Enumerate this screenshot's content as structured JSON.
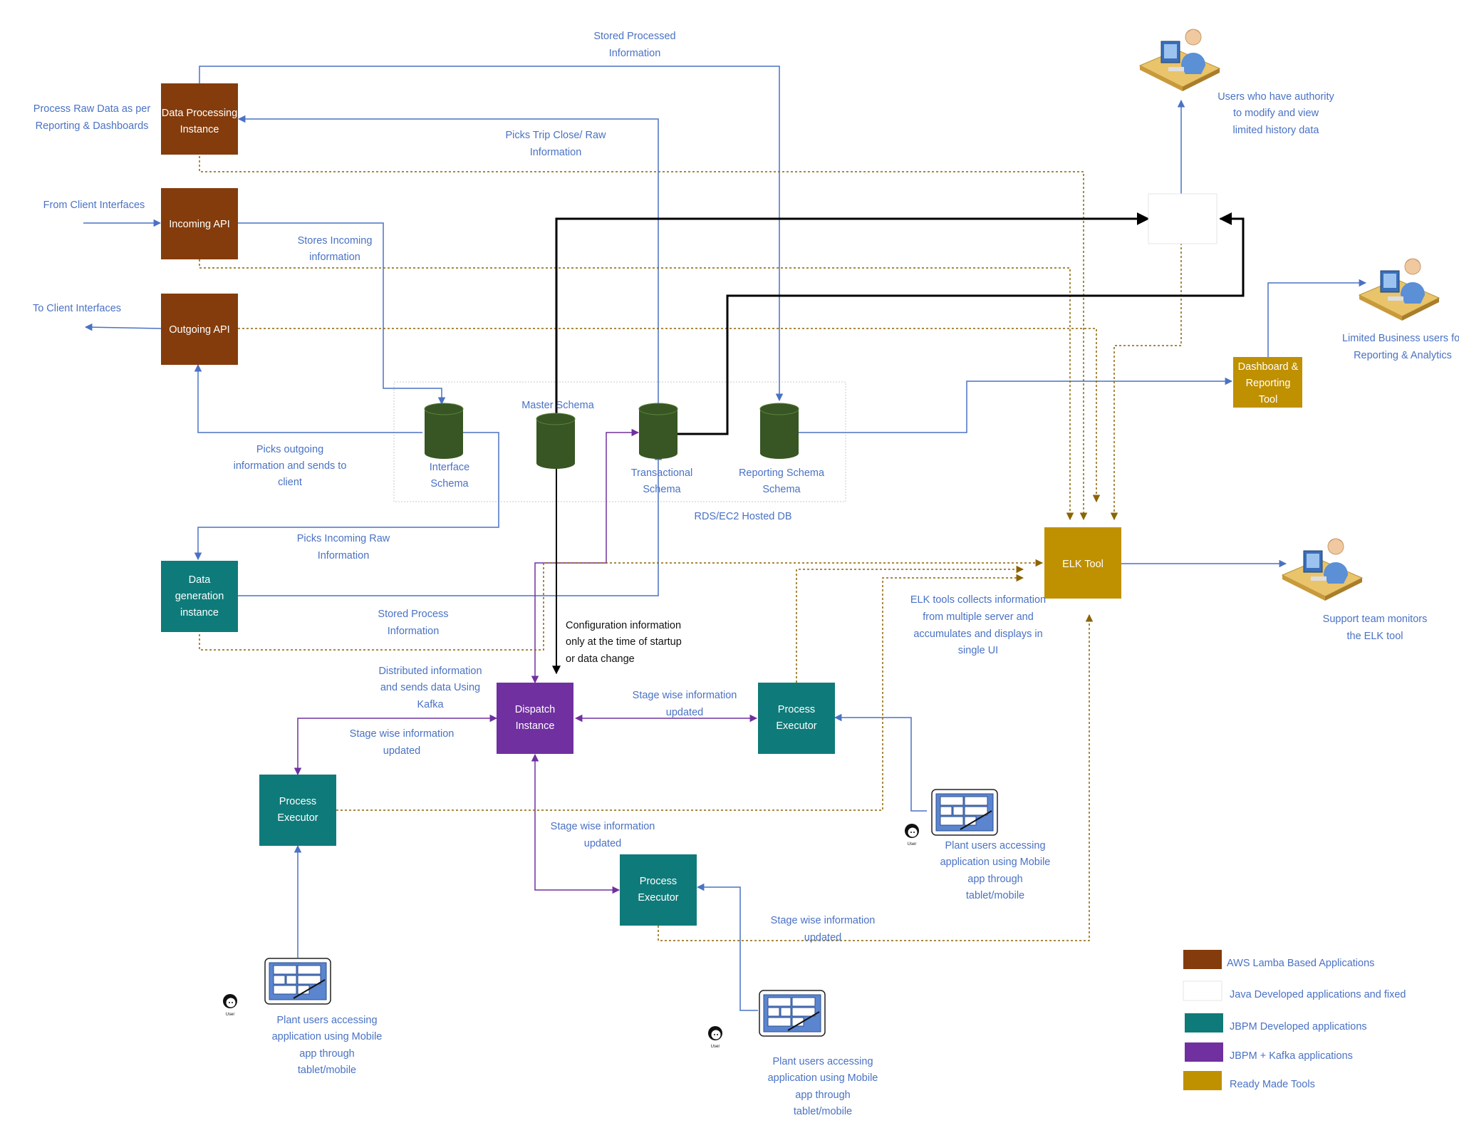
{
  "colors": {
    "aws_lambda": "#843c0c",
    "jbpm": "#0e7b7a",
    "jbpm_kafka": "#7030a0",
    "ready_tools": "#bf9000",
    "db": "#375623",
    "label": "#4a72c4",
    "flow_blue": "#4a72c4",
    "flow_purple": "#7030a0",
    "flow_dashed": "#8c6400",
    "flow_black": "#000000"
  },
  "boxes": {
    "data_processing": [
      "Data Processing",
      "Instance"
    ],
    "incoming_api": [
      "Incoming API"
    ],
    "outgoing_api": [
      "Outgoing API"
    ],
    "data_generation": [
      "Data",
      "generation",
      "instance"
    ],
    "dispatch": [
      "Dispatch",
      "Instance"
    ],
    "pe_right": [
      "Process",
      "Executor"
    ],
    "pe_left": [
      "Process",
      "Executor"
    ],
    "pe_bottom": [
      "Process",
      "Executor"
    ],
    "elk": [
      "ELK Tool"
    ],
    "dashboard": [
      "Dashboard &",
      "Reporting",
      "Tool"
    ]
  },
  "databases": {
    "interface": [
      "Interface",
      "Schema"
    ],
    "master": [
      "Master Schema"
    ],
    "transactional": [
      "Transactional",
      "Schema"
    ],
    "reporting": [
      "Reporting Schema",
      "Schema"
    ],
    "group_label": [
      "RDS/EC2 Hosted DB"
    ]
  },
  "labels": {
    "process_raw": [
      "Process Raw Data as per",
      "Reporting & Dashboards"
    ],
    "from_client": [
      "From Client Interfaces"
    ],
    "to_client": [
      "To  Client Interfaces"
    ],
    "stored_processed": [
      "Stored Processed",
      "Information"
    ],
    "picks_trip": [
      "Picks Trip Close/ Raw",
      "Information"
    ],
    "stores_incoming": [
      "Stores Incoming",
      "information"
    ],
    "picks_outgoing": [
      "Picks outgoing",
      "information and sends to",
      "client"
    ],
    "picks_incoming_raw": [
      "Picks Incoming Raw",
      "Information"
    ],
    "stored_process_info": [
      "Stored Process",
      "Information"
    ],
    "config_info": [
      "Configuration information",
      "only at the time of startup",
      "or data change"
    ],
    "distributed": [
      "Distributed information",
      "and sends data Using",
      "Kafka"
    ],
    "stage_left": [
      "Stage wise information",
      "updated"
    ],
    "stage_right": [
      "Stage wise information",
      "updated"
    ],
    "stage_mid": [
      "Stage wise information",
      "updated"
    ],
    "stage_bottom": [
      "Stage wise information",
      "updated"
    ],
    "elk_collects": [
      "ELK tools collects information",
      "from multiple server and",
      "accumulates and displays in",
      "single UI"
    ],
    "users_authority": [
      "Users who have authority",
      "to modify and view",
      "limited history data"
    ],
    "limited_business": [
      "Limited Business users for",
      "Reporting & Analytics"
    ],
    "support_team": [
      "Support team monitors",
      "the ELK tool"
    ],
    "plant_right": [
      "Plant users accessing",
      "application using Mobile",
      "app through",
      "tablet/mobile"
    ],
    "plant_left": [
      "Plant users accessing",
      "application using Mobile",
      "app through",
      "tablet/mobile"
    ],
    "plant_bottom": [
      "Plant users accessing",
      "application using Mobile",
      "app through",
      "tablet/mobile"
    ],
    "user_icon_text": "User"
  },
  "legend": [
    {
      "label": "AWS Lamba Based Applications",
      "color": "#843c0c"
    },
    {
      "label": "Java Developed applications and fixed",
      "color": "#ffffff"
    },
    {
      "label": "JBPM Developed applications",
      "color": "#0e7b7a"
    },
    {
      "label": "JBPM + Kafka  applications",
      "color": "#7030a0"
    },
    {
      "label": "Ready Made Tools",
      "color": "#bf9000"
    }
  ],
  "icons": {
    "admin_user": "desk-user-icon",
    "business_user": "desk-user-icon",
    "support_user": "desk-user-icon",
    "tablet": "tablet-icon",
    "user": "user-avatar-icon"
  }
}
